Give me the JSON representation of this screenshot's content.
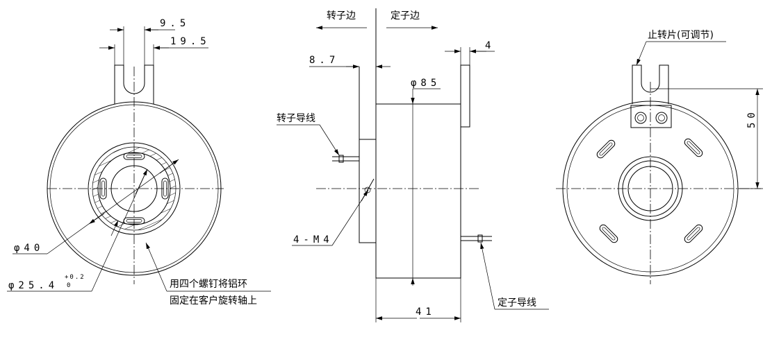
{
  "front_view": {
    "dim_9_5": "9.5",
    "dim_19_5": "19.5",
    "dim_dia40": "φ40",
    "dim_dia25_4": "φ25.4",
    "tol_upper": "+0.2",
    "tol_lower": "0",
    "note_line1": "用四个螺钉将铝环",
    "note_line2": "固定在客户旋转轴上"
  },
  "side_view": {
    "rotor_side": "转子边",
    "stator_side": "定子边",
    "dim_8_7": "8.7",
    "dim_4": "4",
    "dim_dia85": "φ85",
    "rotor_leads": "转子导线",
    "screws": "4-M4",
    "dim_41": "41",
    "stator_leads": "定子导线"
  },
  "rear_view": {
    "stop_tab": "止转片(可调节)",
    "dim_50": "50"
  }
}
